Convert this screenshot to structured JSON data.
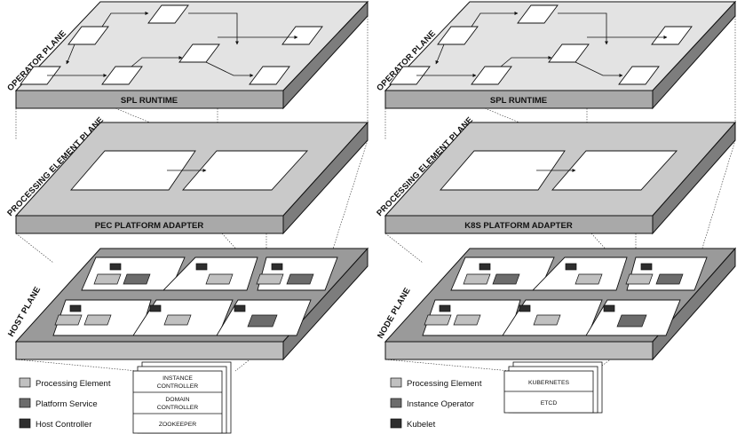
{
  "left": {
    "operator_plane": "OPERATOR PLANE",
    "spl_runtime": "SPL RUNTIME",
    "pe_plane": "PROCESSING ELEMENT PLANE",
    "adapter": "PEC PLATFORM ADAPTER",
    "host_plane": "HOST PLANE",
    "legend": [
      {
        "label": "Processing Element",
        "color": "#c0c0c0"
      },
      {
        "label": "Platform Service",
        "color": "#6c6c6c"
      },
      {
        "label": "Host Controller",
        "color": "#2e2e2e"
      }
    ],
    "stack": {
      "line1a": "INSTANCE",
      "line1b": "CONTROLLER",
      "line2a": "DOMAIN",
      "line2b": "CONTROLLER",
      "line3": "ZOOKEEPER"
    }
  },
  "right": {
    "operator_plane": "OPERATOR PLANE",
    "spl_runtime": "SPL RUNTIME",
    "pe_plane": "PROCESSING ELEMENT PLANE",
    "adapter": "K8S PLATFORM ADAPTER",
    "node_plane": "NODE PLANE",
    "legend": [
      {
        "label": "Processing Element",
        "color": "#c0c0c0"
      },
      {
        "label": "Instance Operator",
        "color": "#6c6c6c"
      },
      {
        "label": "Kubelet",
        "color": "#2e2e2e"
      }
    ],
    "stack": {
      "line1": "KUBERNETES",
      "line2": "ETCD"
    }
  },
  "colors": {
    "plane_top": "#e3e3e3",
    "plane_front": "#a9a9a9",
    "host_top": "#9a9a9a",
    "pe": "#c0c0c0",
    "service": "#6c6c6c",
    "controller": "#2e2e2e"
  }
}
